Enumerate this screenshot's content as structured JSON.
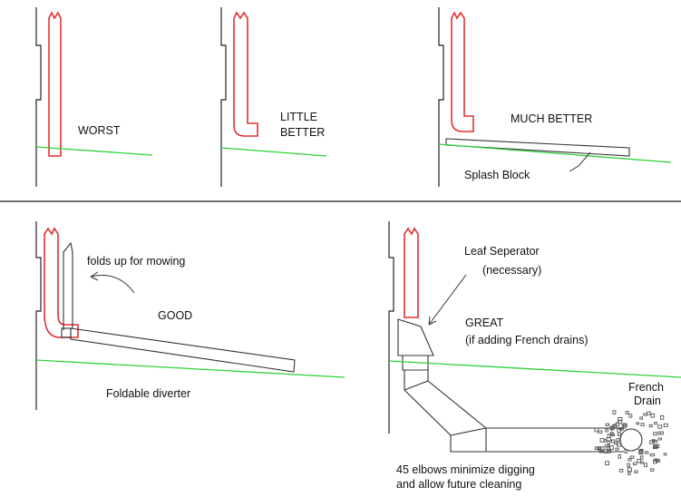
{
  "colors": {
    "downspout": "#e0322f",
    "ground": "#2fd23a",
    "line": "#222222",
    "gravel": "#555555"
  },
  "panels": {
    "worst": {
      "label": "WORST"
    },
    "little_better": {
      "label_line1": "LITTLE",
      "label_line2": "BETTER"
    },
    "much_better": {
      "label": "MUCH BETTER",
      "callout": "Splash Block"
    },
    "good": {
      "label": "GOOD",
      "callout_folds": "folds up for mowing",
      "caption": "Foldable diverter"
    },
    "great": {
      "label_line1": "GREAT",
      "label_line2": "(if adding French drains)",
      "separator_line1": "Leaf Seperator",
      "separator_line2": "(necessary)",
      "drain_line1": "French",
      "drain_line2": "Drain",
      "note_line1": "45 elbows minimize digging",
      "note_line2": "and allow future cleaning"
    }
  }
}
